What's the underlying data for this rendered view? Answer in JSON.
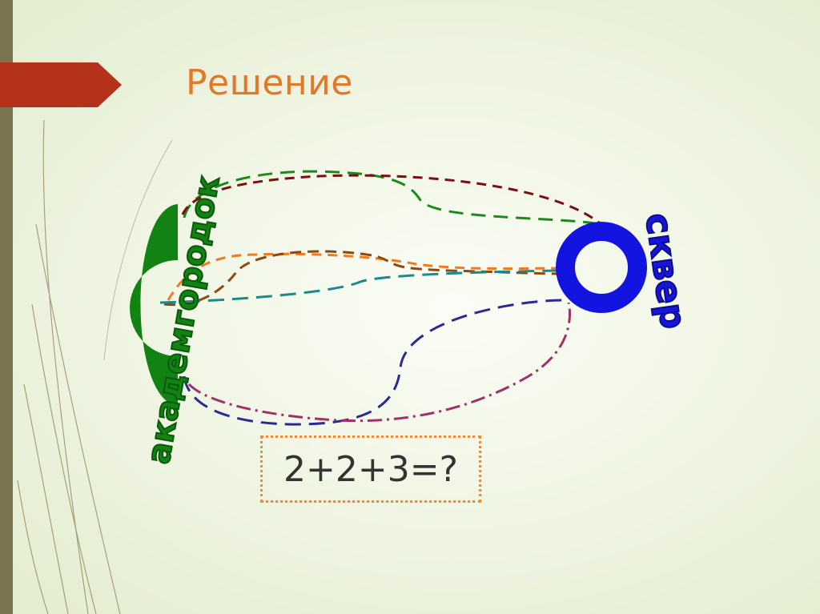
{
  "slide": {
    "title": "Решение",
    "left_label": "академгородок",
    "right_label": "сквер",
    "answer_text": "2+2+3=?"
  },
  "colors": {
    "title": "#e07a2a",
    "left_bar": "#7a7550",
    "flag": "#b5321a",
    "academgorodok": "#128212",
    "square": "#1414e0",
    "box_border": "#f08a3a"
  },
  "routes": [
    {
      "color": "#1a8a1a",
      "style": "dashed"
    },
    {
      "color": "#7a0f0f",
      "style": "dashed"
    },
    {
      "color": "#f07a20",
      "style": "dashed"
    },
    {
      "color": "#8a4a10",
      "style": "dashed"
    },
    {
      "color": "#1a8a8a",
      "style": "dashed"
    },
    {
      "color": "#2a2a90",
      "style": "dashed"
    },
    {
      "color": "#a0306a",
      "style": "dash-dot"
    }
  ]
}
